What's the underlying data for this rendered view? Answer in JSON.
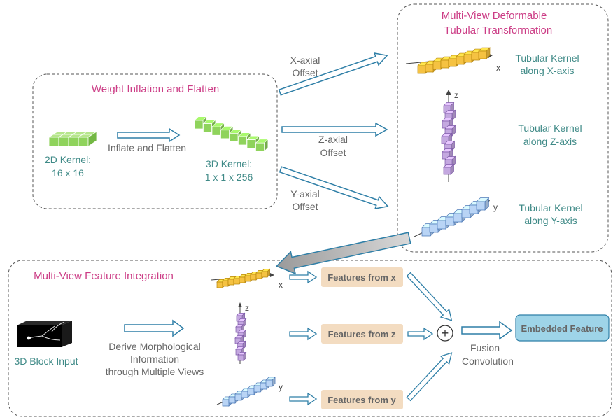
{
  "weight_inflation": {
    "title": "Weight Inflation and Flatten",
    "kernel2d_line1": "2D Kernel:",
    "kernel2d_line2": "16 x 16",
    "inflate_label": "Inflate and Flatten",
    "kernel3d_line1": "3D Kernel:",
    "kernel3d_line2": "1 x 1 x 256"
  },
  "offsets": {
    "x_line1": "X-axial",
    "x_line2": "Offset",
    "z_line1": "Z-axial",
    "z_line2": "Offset",
    "y_line1": "Y-axial",
    "y_line2": "Offset"
  },
  "multiview_deformable": {
    "title_line1": "Multi-View Deformable",
    "title_line2": "Tubular Transformation",
    "x_kernel_line1": "Tubular Kernel",
    "x_kernel_line2": "along X-axis",
    "z_kernel_line1": "Tubular Kernel",
    "z_kernel_line2": "along Z-axis",
    "y_kernel_line1": "Tubular Kernel",
    "y_kernel_line2": "along Y-axis",
    "axis_x": "x",
    "axis_z": "z",
    "axis_y": "y"
  },
  "integration": {
    "title": "Multi-View Feature Integration",
    "input_label": "3D Block Input",
    "derive_line1": "Derive Morphological",
    "derive_line2": "Information",
    "derive_line3": "through Multiple Views",
    "feat_x": "Features from x",
    "feat_z": "Features from z",
    "feat_y": "Features from y",
    "fusion_line1": "Fusion",
    "fusion_line2": "Convolution",
    "embedded": "Embedded Feature",
    "plus": "+"
  },
  "colors": {
    "title_pink": "#cc3d86",
    "teal_text": "#3f8a87",
    "gray_text": "#666666",
    "arrow_blue": "#2f7fa7",
    "green": "#8fd35c",
    "orange": "#f5c242",
    "purple": "#c4a8e0",
    "blue_cube": "#b9d4f5",
    "feature_box": "#f3dcc1",
    "embedded_box": "#9ed4e8"
  }
}
